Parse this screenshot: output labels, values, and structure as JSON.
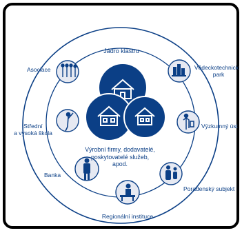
{
  "core": {
    "title": "Jádro klastru",
    "description_lines": [
      "Výrobní firmy, dodavatelé,",
      "poskytovatelé služeb,",
      "apod."
    ]
  },
  "actors": {
    "association": "Asociace",
    "school_line1": "Střední",
    "school_line2": "a vysoká škola",
    "bank": "Banka",
    "regional": "Regionální instituce",
    "consulting": "Poradenský subjekt",
    "research": "Výzkumný úst",
    "park_line1": "Vědeckotechnick",
    "park_line2": "park"
  },
  "colors": {
    "primary": "#0b3f86",
    "ring": "#0b3f86",
    "node_bg": "#e6e9f2",
    "frame": "#000000"
  },
  "icons": {
    "houses": "house-icon",
    "association": "people-group-icon",
    "school": "teacher-icon",
    "bank": "banker-icon",
    "regional": "official-desk-icon",
    "consulting": "consultants-icon",
    "research": "researcher-icon",
    "park": "science-park-icon"
  }
}
